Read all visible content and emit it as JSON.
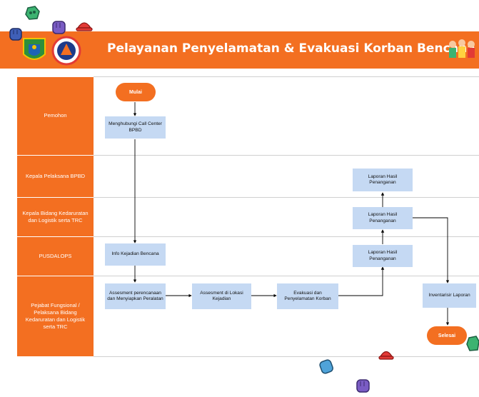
{
  "title": "Pelayanan Penyelamatan & Evakuasi Korban Bencana",
  "colors": {
    "accent": "#f36f21",
    "box": "#c5d9f3",
    "line": "#000000"
  },
  "lanes": [
    {
      "id": "pemohon",
      "label": "Pemohon"
    },
    {
      "id": "kepala",
      "label": "Kepala Pelaksana BPBD"
    },
    {
      "id": "kabid",
      "label": "Kepala Bidang Kedaruratan dan Logistik serta TRC"
    },
    {
      "id": "pusdalops",
      "label": "PUSDALOPS"
    },
    {
      "id": "fungsional",
      "label": "Pejabat Fungsional / Pelaksana Bidang Kedaruratan dan Logistik serta TRC"
    }
  ],
  "nodes": {
    "mulai": "Mulai",
    "call_center": "Menghubungi Call Center BPBD",
    "info": "Info Kejadian Bencana",
    "assesment_rencana": "Assesment perencanaan dan Menyiapkan Peralatan",
    "assesment_lokasi": "Assesment di Lokasi Kejadian",
    "evakuasi": "Evakuasi dan Penyelamatan Korban",
    "laporan_pusdalops": "Laporan Hasil Penanganan",
    "laporan_kabid": "Laporan Hasil Penanganan",
    "laporan_kepala": "Laporan Hasil Penanganan",
    "inventaris": "Inventarisir Laporan",
    "selesai": "Selesai"
  },
  "decorations": [
    "stone-icon",
    "fist-icon",
    "hat-icon",
    "logo-emblem",
    "logo-bpbd",
    "rescue-team-icon"
  ]
}
